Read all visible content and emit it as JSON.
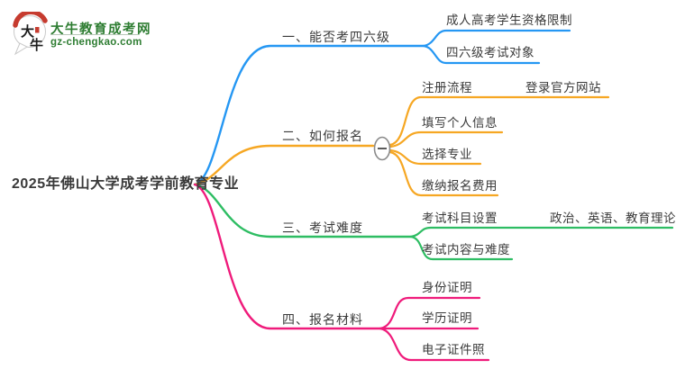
{
  "logo": {
    "bubble_text_top": "大",
    "bubble_text_bottom": "牛",
    "title": "大牛教育成考网",
    "url": "gz-chengkao.com",
    "colors": {
      "brand_green": "#2E7D32",
      "logo_red": "#C63B2F"
    }
  },
  "root": {
    "label": "2025年佛山大学成考学前教育专业"
  },
  "collapse_button": {
    "icon": "minus",
    "symbol": "−"
  },
  "colors": {
    "text": "#3A3A3A",
    "blue": "#2597F3",
    "orange": "#F6A723",
    "green": "#2EBD63",
    "pink": "#EF1B7B"
  },
  "branches": [
    {
      "label": "一、能否考四六级",
      "color": "#2597F3",
      "children": [
        {
          "label": "成人高考学生资格限制"
        },
        {
          "label": "四六级考试对象"
        }
      ]
    },
    {
      "label": "二、如何报名",
      "color": "#F6A723",
      "children": [
        {
          "label": "注册流程",
          "children": [
            {
              "label": "登录官方网站"
            }
          ]
        },
        {
          "label": "填写个人信息"
        },
        {
          "label": "选择专业"
        },
        {
          "label": "缴纳报名费用"
        }
      ]
    },
    {
      "label": "三、考试难度",
      "color": "#2EBD63",
      "children": [
        {
          "label": "考试科目设置",
          "children": [
            {
              "label": "政治、英语、教育理论"
            }
          ]
        },
        {
          "label": "考试内容与难度"
        }
      ]
    },
    {
      "label": "四、报名材料",
      "color": "#EF1B7B",
      "children": [
        {
          "label": "身份证明"
        },
        {
          "label": "学历证明"
        },
        {
          "label": "电子证件照"
        }
      ]
    }
  ]
}
